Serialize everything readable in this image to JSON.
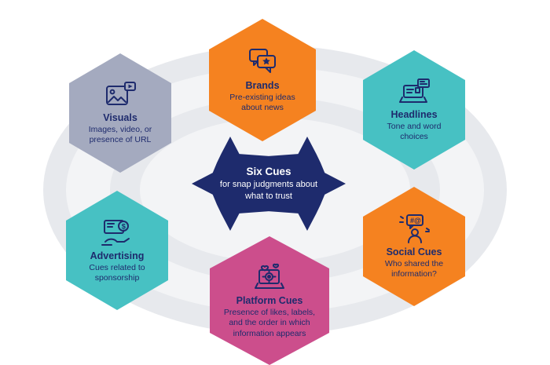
{
  "center": {
    "title": "Six Cues",
    "subtitle": "for snap judgments about what to trust",
    "bg_color": "#1e2b6d"
  },
  "hexagons": [
    {
      "id": "brands",
      "title": "Brands",
      "desc": "Pre-existing ideas about news",
      "color": "#f58220",
      "icon": "chat-bubbles-star-icon"
    },
    {
      "id": "headlines",
      "title": "Headlines",
      "desc": "Tone and word choices",
      "color": "#47c1c3",
      "icon": "laptop-news-icon"
    },
    {
      "id": "social-cues",
      "title": "Social Cues",
      "desc": "Who shared the information?",
      "color": "#f58220",
      "icon": "person-hashtag-icon"
    },
    {
      "id": "platform-cues",
      "title": "Platform Cues",
      "desc": "Presence of likes, labels, and the order in which information appears",
      "color": "#cc4e8c",
      "icon": "laptop-gear-hearts-icon"
    },
    {
      "id": "advertising",
      "title": "Advertising",
      "desc": "Cues related to sponsorship",
      "color": "#47c1c3",
      "icon": "hand-dollar-icon"
    },
    {
      "id": "visuals",
      "title": "Visuals",
      "desc": "Images, video, or presence of URL",
      "color": "#a4aabf",
      "icon": "image-play-icon"
    }
  ]
}
